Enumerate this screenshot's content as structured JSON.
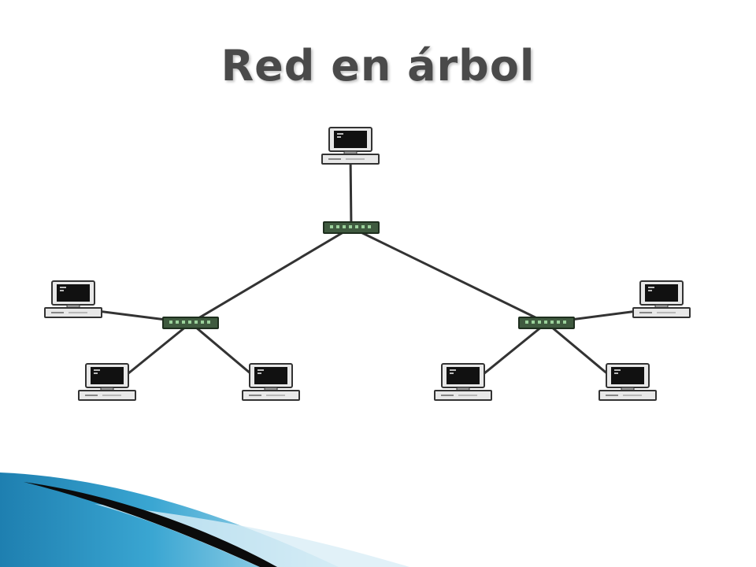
{
  "slide": {
    "title": "Red en árbol"
  },
  "diagram": {
    "type": "tree-network",
    "nodes": [
      {
        "id": "pc-top",
        "kind": "computer"
      },
      {
        "id": "hub-root",
        "kind": "hub"
      },
      {
        "id": "hub-left",
        "kind": "hub"
      },
      {
        "id": "hub-right",
        "kind": "hub"
      },
      {
        "id": "pc-left-side",
        "kind": "computer"
      },
      {
        "id": "pc-left-bottom-1",
        "kind": "computer"
      },
      {
        "id": "pc-left-bottom-2",
        "kind": "computer"
      },
      {
        "id": "pc-right-side",
        "kind": "computer"
      },
      {
        "id": "pc-right-bottom-1",
        "kind": "computer"
      },
      {
        "id": "pc-right-bottom-2",
        "kind": "computer"
      }
    ],
    "links": [
      [
        "pc-top",
        "hub-root"
      ],
      [
        "hub-root",
        "hub-left"
      ],
      [
        "hub-root",
        "hub-right"
      ],
      [
        "hub-left",
        "pc-left-side"
      ],
      [
        "hub-left",
        "pc-left-bottom-1"
      ],
      [
        "hub-left",
        "pc-left-bottom-2"
      ],
      [
        "hub-right",
        "pc-right-side"
      ],
      [
        "hub-right",
        "pc-right-bottom-1"
      ],
      [
        "hub-right",
        "pc-right-bottom-2"
      ]
    ]
  },
  "colors": {
    "title": "#4a4a4a",
    "link": "#333333",
    "hub_body": "#3f5a3f",
    "hub_led": "#9bd19b",
    "pc_body": "#e8e8e8",
    "pc_outline": "#333333",
    "pc_screen": "#111111",
    "swoosh_dark": "#0b0b0b",
    "swoosh_blue": "#2a8fbf",
    "swoosh_light": "#bfe3f0"
  }
}
